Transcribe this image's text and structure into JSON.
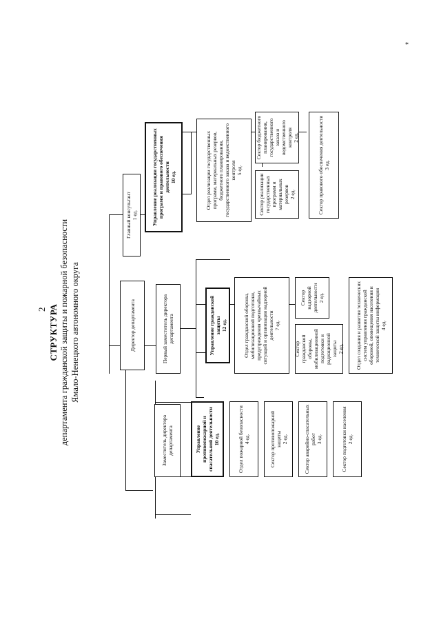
{
  "page_number": "2",
  "corner_mark": "*",
  "title": {
    "heading": "СТРУКТУРА",
    "line1": "департамента гражданской защиты и пожарной безопасности",
    "line2": "Ямало-Ненецкого автономного округа"
  },
  "units": {
    "director": "Директор департамента",
    "chief_consultant": "Главный консультант\n1 ед.",
    "deputy_director": "Заместитель директора департамента",
    "first_deputy": "Первый заместитель директора департамента",
    "fire_management": "Управление противопожарной и спасательной деятельности\n10 ед.",
    "fire_safety_dept": "Отдел пожарной безопасности\n4 ед.",
    "fire_protection_sector": "Сектор противопожарной защиты\n2 ед.",
    "rescue_sector": "Сектор аварийно-спасательных работ\n3 ед.",
    "training_sector": "Сектор подготовки населения\n2 ед.",
    "civil_defense_management": "Управление гражданской защиты\n12 ед.",
    "civil_defense_dept": "Отдел гражданской обороны, мобилизационной подготовки, предупреждения чрезвычайных ситуаций и организации надзорной деятельности\n7 ед.",
    "civil_defense_sector": "Сектор гражданской обороны, мобилизационной подготовки и радиационной защиты\n2 ед.",
    "supervision_sector": "Сектор надзорной деятельности\n2 ед.",
    "technical_dept": "Отдел создания и развития технических систем управления гражданской обороной, оповещения населения и технической защиты информации\n4 ед.",
    "programs_management": "Управление реализации государственных программ и правового обеспечения деятельности\n10 ед.",
    "programs_dept": "Отдел реализации государственных программ, материальных резервов, бюджетного планирования, государственного заказа и ведомственного контроля\n5 ед.",
    "budget_sector": "Сектор бюджетного планирования, государственного заказа и ведомственного контроля\n2 ед.",
    "reserves_sector": "Сектор реализации государственных программ и материальных резервов\n2 ед.",
    "legal_sector": "Сектор правового обеспечения деятельности\n3 ед."
  }
}
